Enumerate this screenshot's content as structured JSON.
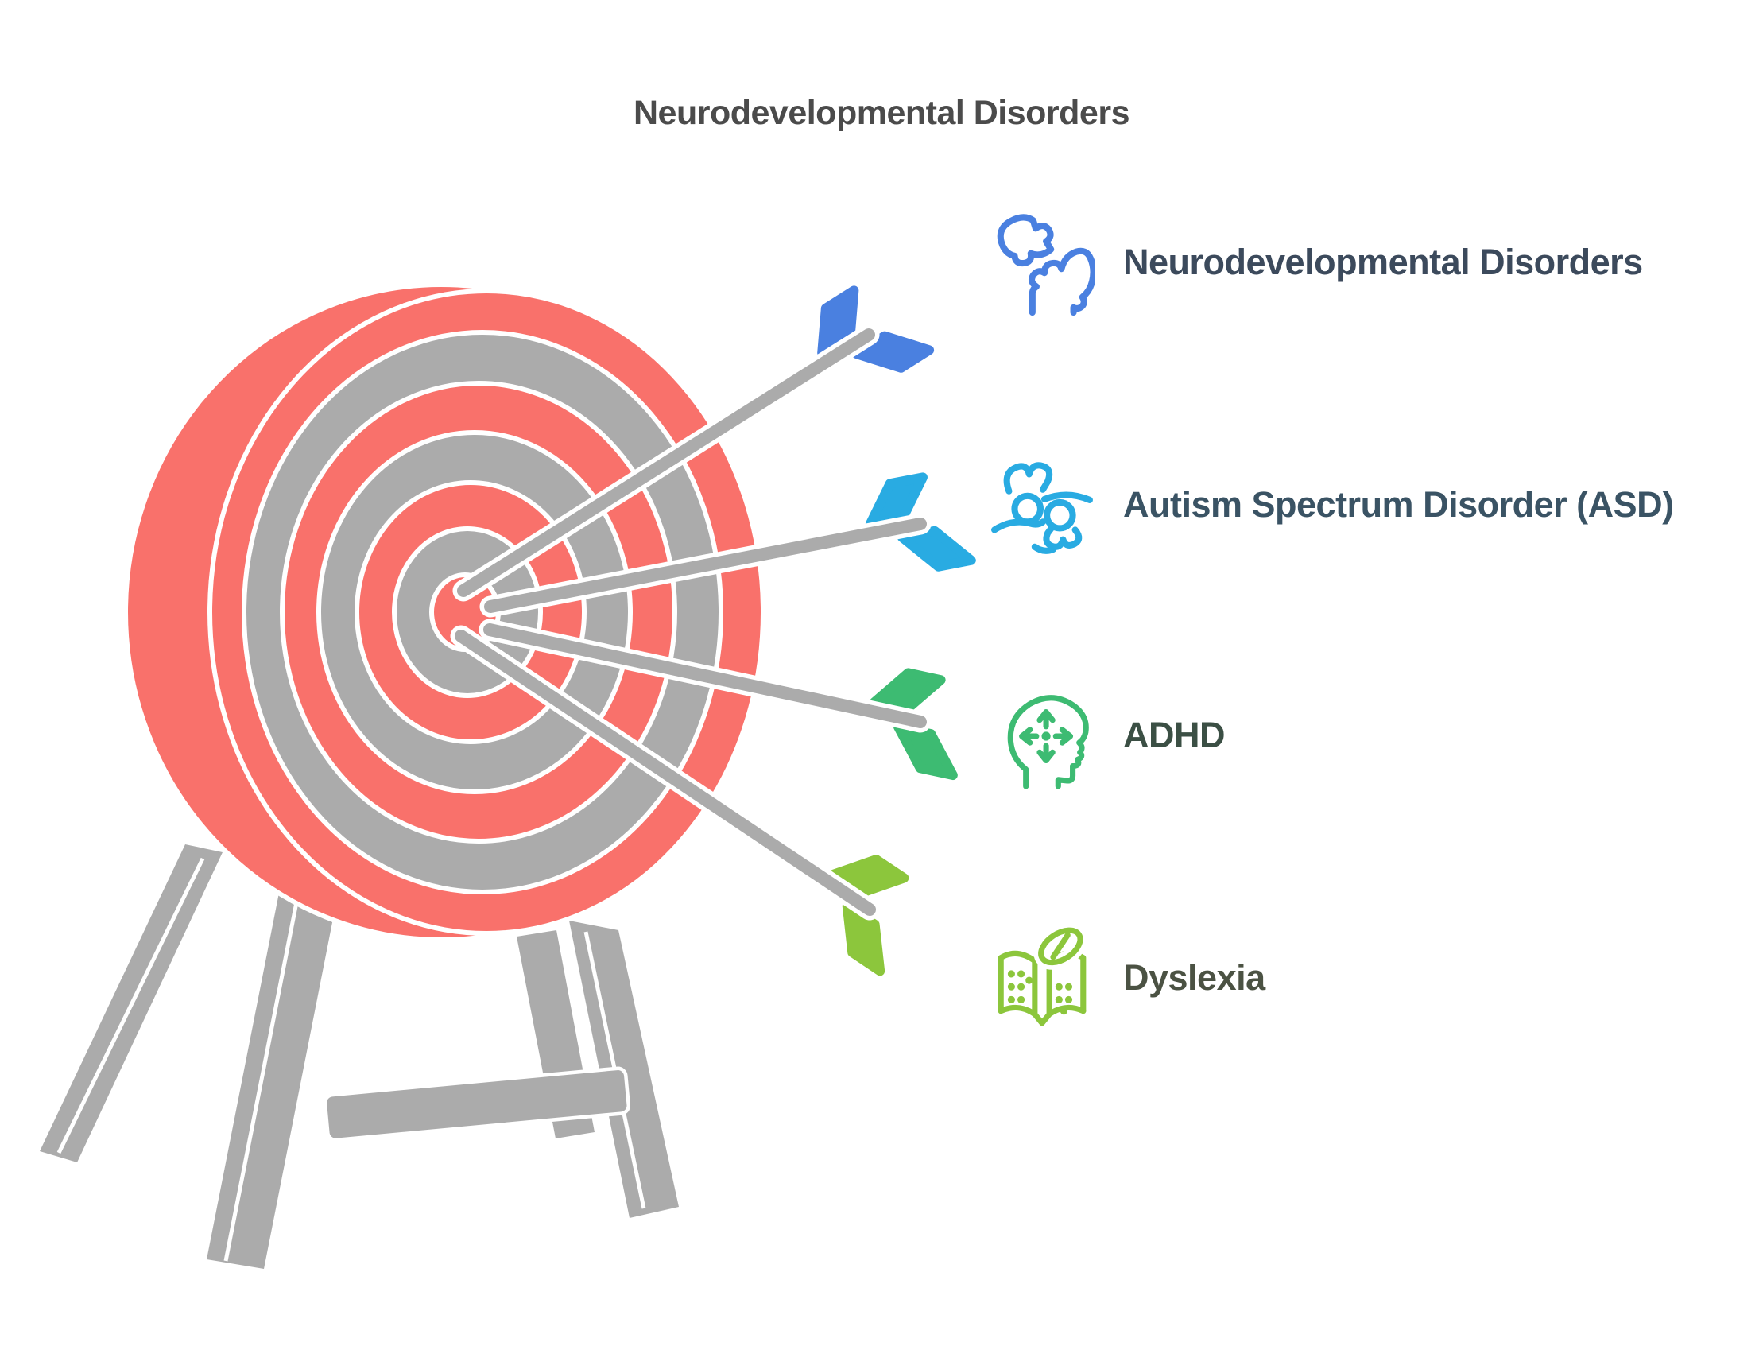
{
  "title": "Neurodevelopmental Disorders",
  "legend": {
    "items": [
      {
        "label": "Neurodevelopmental Disorders",
        "icon": "head-puzzle-icon"
      },
      {
        "label": "Autism Spectrum Disorder (ASD)",
        "icon": "sign-language-icon"
      },
      {
        "label": "ADHD",
        "icon": "head-arrows-icon"
      },
      {
        "label": "Dyslexia",
        "icon": "book-braille-icon"
      }
    ]
  },
  "illustration": {
    "description": "Archery target on a wooden stand hit by four arrows",
    "arrow_count": "4"
  },
  "colors": {
    "target-red": "#F9716B",
    "stand-grey": "#ABABAB",
    "arrow-blue": "#4A80E0",
    "arrow-cyan": "#29ABE2",
    "arrow-green": "#3DBB72",
    "arrow-lime": "#8CC63C",
    "title-ink": "#4B4B4B",
    "label-ink-1": "#3C4A5C",
    "label-ink-2": "#3A5364",
    "label-ink-3": "#3B4F44",
    "label-ink-4": "#4B5243"
  }
}
